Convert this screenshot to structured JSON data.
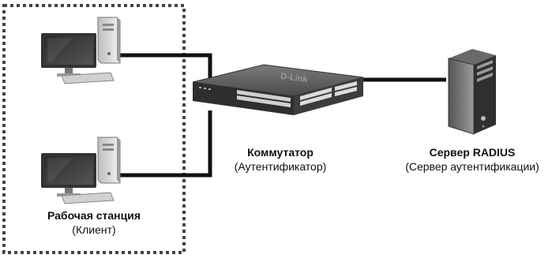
{
  "colors": {
    "dashed_border": "#444444",
    "link": "#111111",
    "device_dark": "#3a3a3a",
    "device_mid": "#7a7a7a",
    "device_light": "#cfcfcf"
  },
  "workstations": {
    "title": "Рабочая станция",
    "subtitle": "(Клиент)",
    "icons": [
      "desktop-pc-icon",
      "desktop-pc-icon"
    ]
  },
  "switch": {
    "title": "Коммутатор",
    "subtitle": "(Аутентификатор)",
    "brand": "D-Link",
    "icon": "network-switch-icon"
  },
  "server": {
    "title": "Сервер RADIUS",
    "subtitle": "(Сервер аутентификации)",
    "icon": "tower-server-icon"
  }
}
